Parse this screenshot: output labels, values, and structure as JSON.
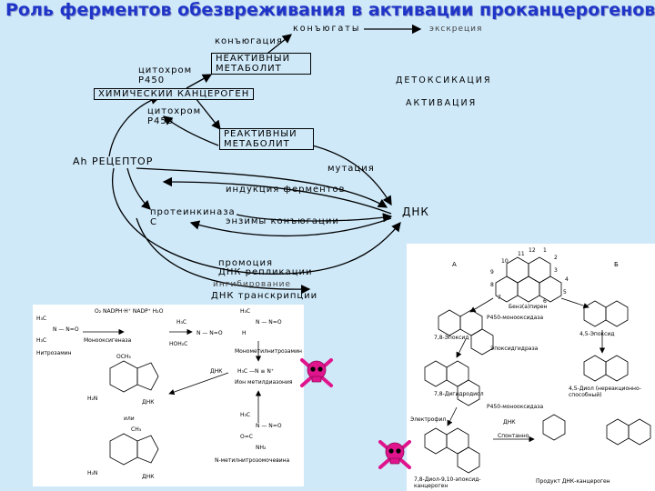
{
  "title": "Роль ферментов обезвреживания в активации проканцерогенов",
  "diagram": {
    "conjugation": "конъюгация",
    "conjugates": "конъюгаты",
    "excretion": "экскреция",
    "inactive_metabolite": "НЕАКТИВНЫЙ МЕТАБОЛИТ",
    "cyp1": "цитохром Р450",
    "detox": "ДЕТОКСИКАЦИЯ",
    "chem_carcinogen": "ХИМИЧЕСКИЙ КАНЦЕРОГЕН",
    "activation": "АКТИВАЦИЯ",
    "cyp2": "цитохром Р450",
    "reactive_metabolite": "РЕАКТИВНЫЙ МЕТАБОЛИТ",
    "ah_receptor": "Ah РЕЦЕПТОР",
    "mutation": "мутация",
    "enzyme_induction": "индукция ферментов",
    "pk_c": "протеинкиназа С",
    "conj_enzymes": "энзимы конъюгации",
    "dna": "ДНК",
    "promotion": "промоция",
    "dna_replication": "ДНК репликации",
    "inhibition": "ингибирование",
    "dna_transcription": "ДНК транскрипции"
  },
  "left_panel": {
    "reagents": "O₂ NADPH·H⁺  NADP⁺  H₂O",
    "monooxygenase": "Монооксигеназа",
    "nitrosamine": "Нитрозамин",
    "monomethylnitrosamine": "Монометилнитрозамин",
    "dna": "ДНК",
    "methyldiazonium": "Ион метилдиазония",
    "or": "или",
    "methylnitrosourea": "N-метилнитрозомочевина"
  },
  "right_panel": {
    "label_a": "А",
    "label_b": "Б",
    "benzopyrene": "Бенз(а)пирен",
    "p450_mono": "P450-монооксидаза",
    "epoxide78": "7,8-Эпоксид",
    "epoxide45": "4,5-Эпоксид",
    "epoxide_hydrolase": "Эпоксидгидраза",
    "dihydrodiol": "7,8-Дигидродиол",
    "p450_mono2": "P450-монооксидаза",
    "diol45": "4,5-Диол (нереакционно-способный)",
    "electrophile": "Электрофил",
    "spontaneous": "Спонтанно",
    "dna": "ДНК",
    "diolepoxide": "7,8-Диол-9,10-эпоксид-канцероген",
    "adduct": "Продукт ДНК-канцероген",
    "numbers": [
      "12",
      "1",
      "2",
      "11",
      "3",
      "10",
      "9",
      "4",
      "8",
      "5",
      "7",
      "6"
    ]
  },
  "colors": {
    "title": "#1f35c8",
    "background": "#cfe9f9",
    "skull": "#e0148c"
  },
  "icons": [
    "skull-crossbones-icon",
    "skull-crossbones-icon"
  ]
}
